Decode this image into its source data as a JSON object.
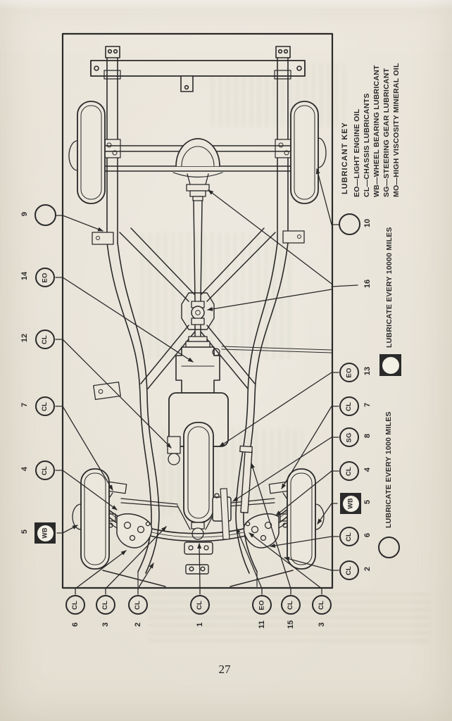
{
  "page": {
    "number": "27"
  },
  "lubricant_key": {
    "title": "LUBRICANT KEY",
    "entries": [
      "EO—LIGHT ENGINE OIL",
      "CL—CHASSIS LUBRICANTS",
      "WB—WHEEL BEARING LUBRICANT",
      "SG—STEERING GEAR LUBRICANT",
      "MO—HIGH VISCOSITY MINERAL OIL"
    ]
  },
  "legend": {
    "interval_10000": {
      "label": "LUBRICATE EVERY 10000 MILES",
      "symbol": "black-square-white-circle"
    },
    "interval_1000": {
      "label": "LUBRICATE EVERY 1000 MILES",
      "symbol": "open-circle"
    }
  },
  "callouts": {
    "left": [
      {
        "number": "9",
        "code": ""
      },
      {
        "number": "14",
        "code": "EO"
      },
      {
        "number": "12",
        "code": "CL"
      },
      {
        "number": "7",
        "code": "CL"
      },
      {
        "number": "4",
        "code": "CL"
      },
      {
        "number": "5",
        "code": "WB",
        "style": "black-square"
      }
    ],
    "bottom": [
      {
        "number": "6",
        "code": "CL"
      },
      {
        "number": "3",
        "code": "CL"
      },
      {
        "number": "2",
        "code": "CL"
      },
      {
        "number": "1",
        "code": "CL"
      },
      {
        "number": "11",
        "code": "EO"
      },
      {
        "number": "15",
        "code": "CL"
      },
      {
        "number": "3",
        "code": "CL"
      }
    ],
    "right": [
      {
        "number": "10",
        "code": ""
      },
      {
        "number": "16",
        "code": null
      },
      {
        "number": "13",
        "code": "EO"
      },
      {
        "number": "7",
        "code": "CL"
      },
      {
        "number": "8",
        "code": "SG"
      },
      {
        "number": "4",
        "code": "CL"
      },
      {
        "number": "5",
        "code": "WB",
        "style": "black-square"
      },
      {
        "number": "6",
        "code": "CL"
      },
      {
        "number": "2",
        "code": "CL"
      }
    ]
  },
  "colors": {
    "paper": "#eae5da",
    "ink": "#2a2a2a"
  }
}
